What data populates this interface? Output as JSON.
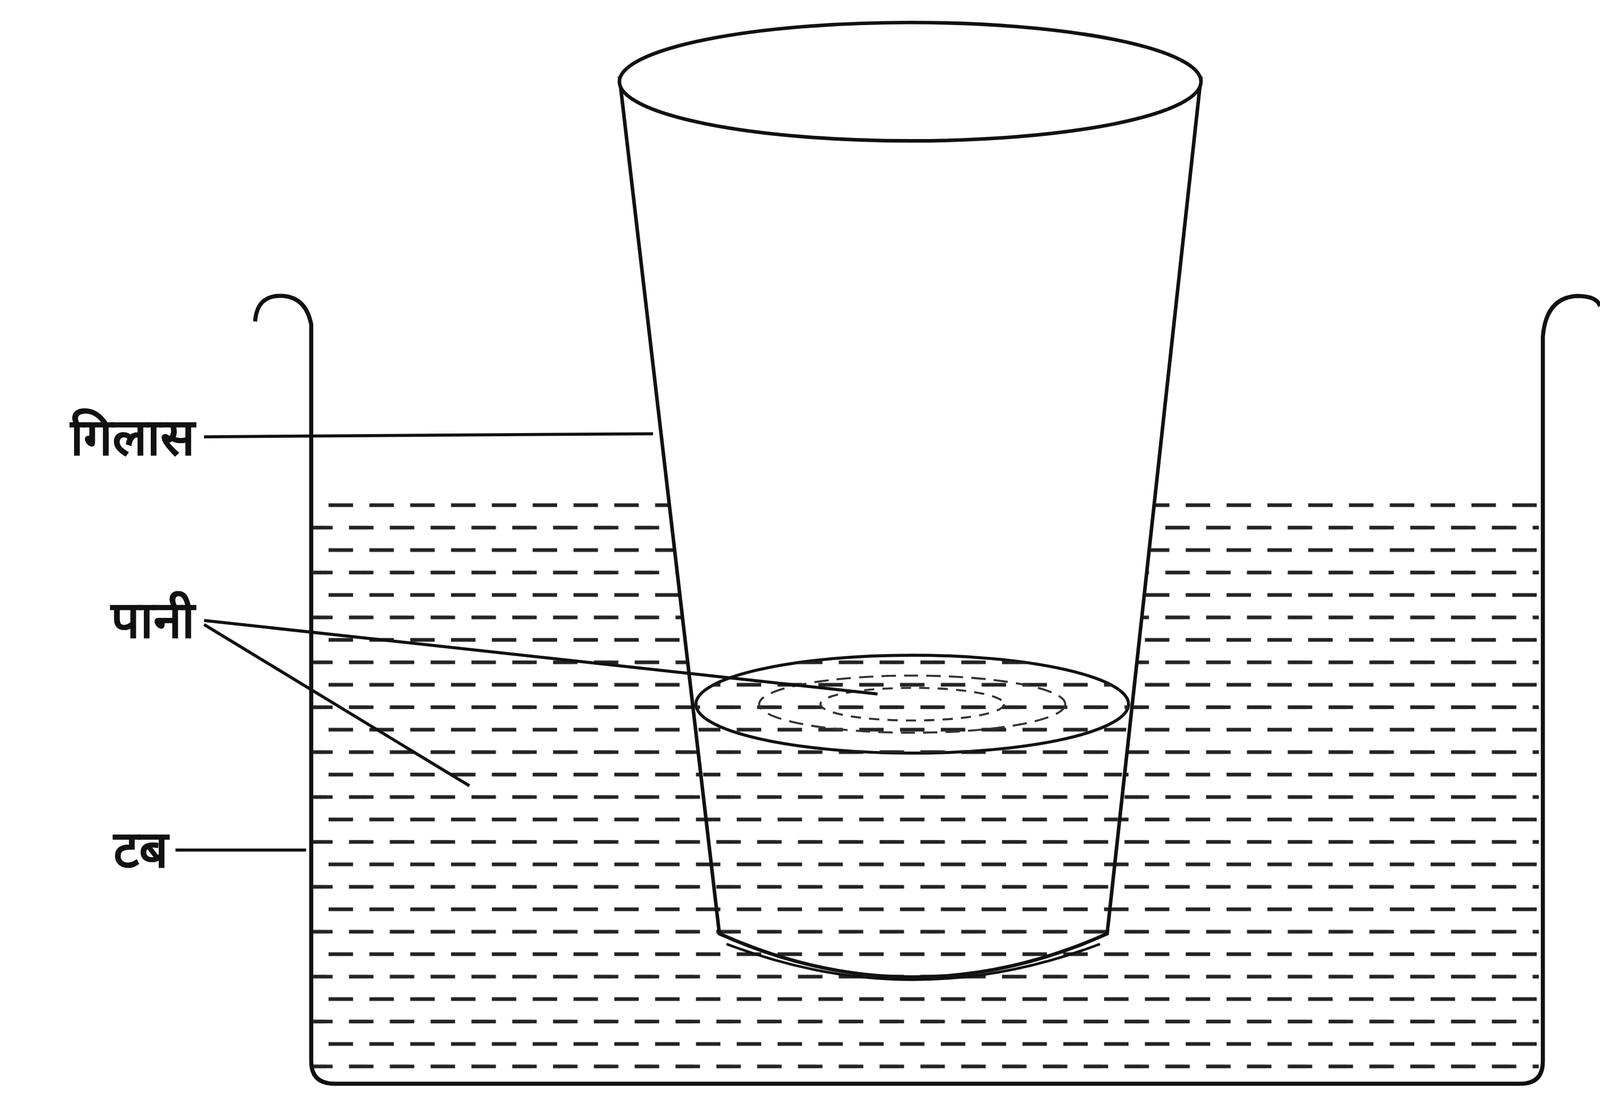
{
  "diagram": {
    "labels": [
      "गिलास",
      "पानी",
      "टब"
    ]
  }
}
